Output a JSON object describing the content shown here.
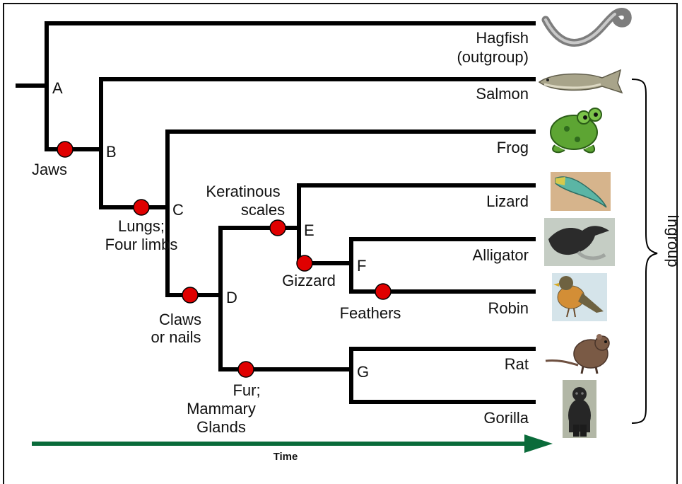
{
  "diagram": {
    "nodes": [
      "A",
      "B",
      "C",
      "D",
      "E",
      "F",
      "G"
    ],
    "taxa": [
      {
        "line1": "Hagfish",
        "line2": "(outgroup)",
        "icon": "hagfish-image"
      },
      {
        "line1": "Salmon",
        "icon": "salmon-image"
      },
      {
        "line1": "Frog",
        "icon": "frog-image"
      },
      {
        "line1": "Lizard",
        "icon": "lizard-image"
      },
      {
        "line1": "Alligator",
        "icon": "alligator-image"
      },
      {
        "line1": "Robin",
        "icon": "robin-image"
      },
      {
        "line1": "Rat",
        "icon": "rat-image"
      },
      {
        "line1": "Gorilla",
        "icon": "gorilla-image"
      }
    ],
    "traits": {
      "jaws": "Jaws",
      "lungs_1": "Lungs;",
      "lungs_2": "Four limbs",
      "claws_1": "Claws",
      "claws_2": "or nails",
      "keratin_1": "Keratinous",
      "keratin_2": "scales",
      "gizzard": "Gizzard",
      "feathers": "Feathers",
      "fur_1": "Fur;",
      "fur_2": "Mammary",
      "fur_3": "Glands"
    },
    "axis_label": "Time",
    "bracket_label": "Ingroup",
    "colors": {
      "branch": "#000000",
      "trait_marker": "#e00000",
      "time_arrow": "#0a6b3a"
    }
  }
}
